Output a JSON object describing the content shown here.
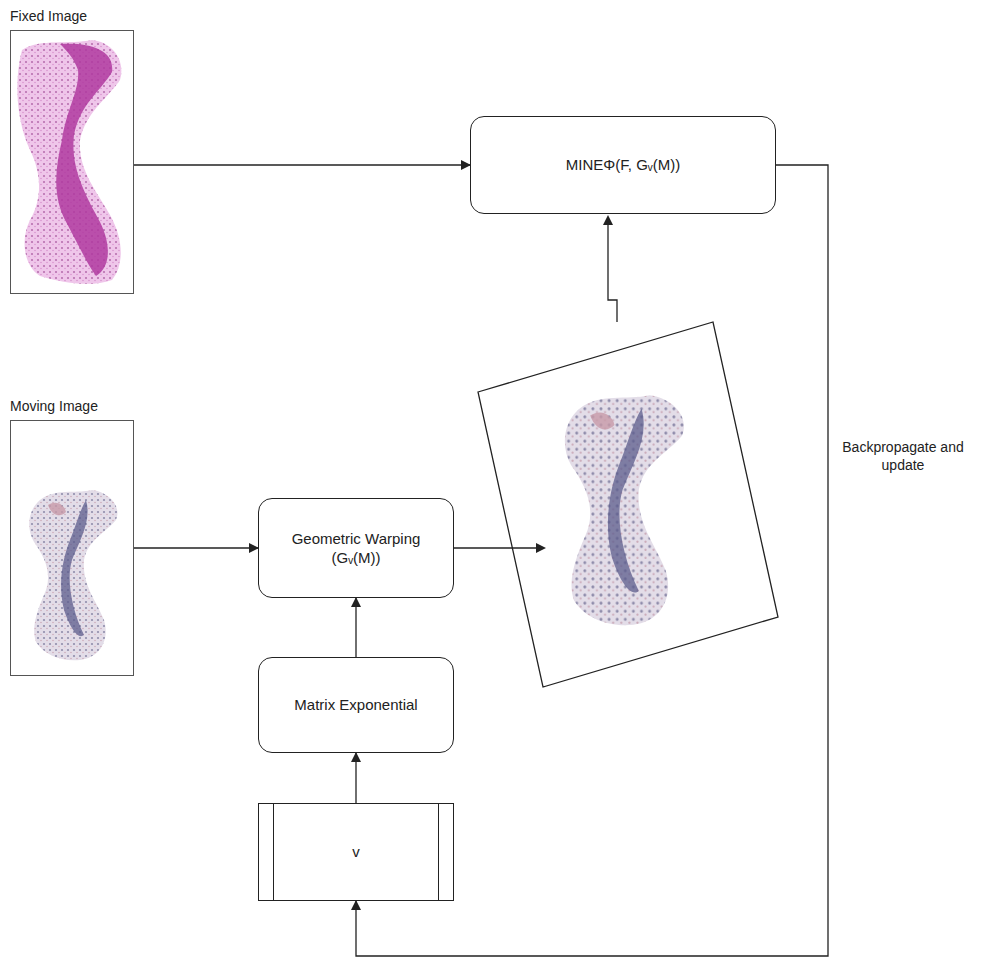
{
  "diagram": {
    "nodes": [
      {
        "text": [
          "Fixed Image"
        ]
      },
      {
        "text": [
          "MINEΦ(F, Gᵥ(M))"
        ]
      },
      {
        "text": [
          "Moving Image"
        ]
      },
      {
        "text": [
          "Geometric Warping (Gᵥ(M))"
        ]
      },
      {
        "text": [
          "Matrix Exponential"
        ]
      },
      {
        "text": [
          "v"
        ]
      }
    ],
    "edges": [
      {
        "from": 0,
        "to": 1,
        "arrow": "to"
      },
      {
        "from": 2,
        "to": 3,
        "arrow": "to"
      },
      {
        "from": 4,
        "to": 3,
        "arrow": "to"
      },
      {
        "from": 5,
        "to": 4,
        "arrow": "to"
      },
      {
        "from": 1,
        "to": 5,
        "arrow": "to",
        "label": "Backpropagate and update"
      }
    ]
  }
}
